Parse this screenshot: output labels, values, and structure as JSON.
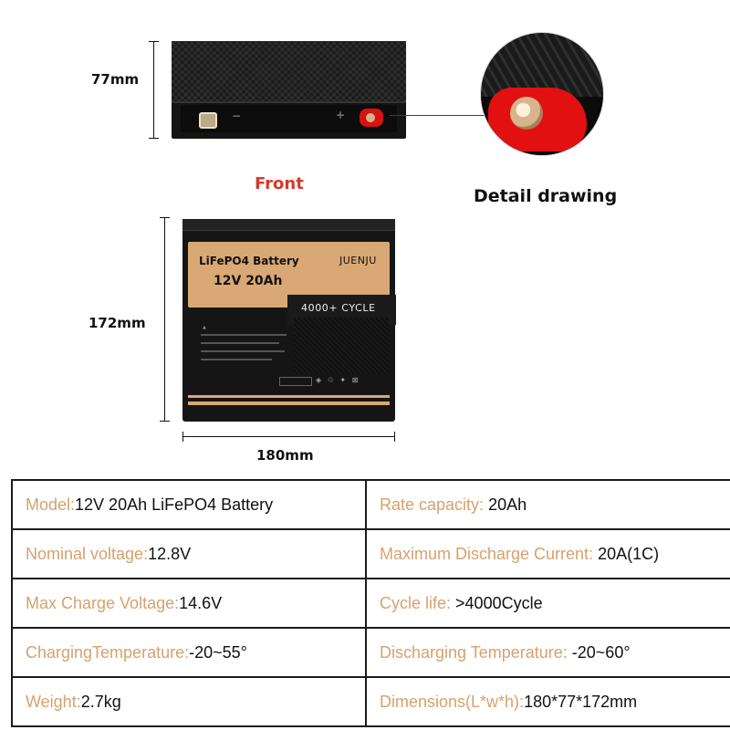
{
  "dimensions": {
    "height_front": "77mm",
    "height_main": "172mm",
    "width_main": "180mm"
  },
  "captions": {
    "front": "Front",
    "detail": "Detail drawing"
  },
  "battery_label": {
    "type": "LiFePO4  Battery",
    "brand": "JUENJU",
    "spec": "12V  20Ah",
    "cycle": "4000+ CYCLE"
  },
  "colors": {
    "spec_key": "#d6a16d",
    "caption_front": "#d33a2c",
    "label_gold": "#d9a874",
    "terminal_red": "#d81212"
  },
  "spec_table": {
    "rows": [
      [
        {
          "key": "Model:",
          "value": "12V 20Ah LiFePO4 Battery"
        },
        {
          "key": "Rate capacity: ",
          "value": "20Ah"
        }
      ],
      [
        {
          "key": "Nominal voltage:",
          "value": "12.8V"
        },
        {
          "key": "Maximum Discharge Current: ",
          "value": "20A(1C)"
        }
      ],
      [
        {
          "key": "Max Charge Voltage:",
          "value": "14.6V"
        },
        {
          "key": "Cycle life: ",
          "value": ">4000Cycle"
        }
      ],
      [
        {
          "key": "ChargingTemperature:",
          "value": "-20~55°"
        },
        {
          "key": "Discharging Temperature:  ",
          "value": "-20~60°"
        }
      ],
      [
        {
          "key": "Weight:",
          "value": "2.7kg"
        },
        {
          "key": "Dimensions(L*w*h):",
          "value": "180*77*172mm"
        }
      ]
    ]
  }
}
